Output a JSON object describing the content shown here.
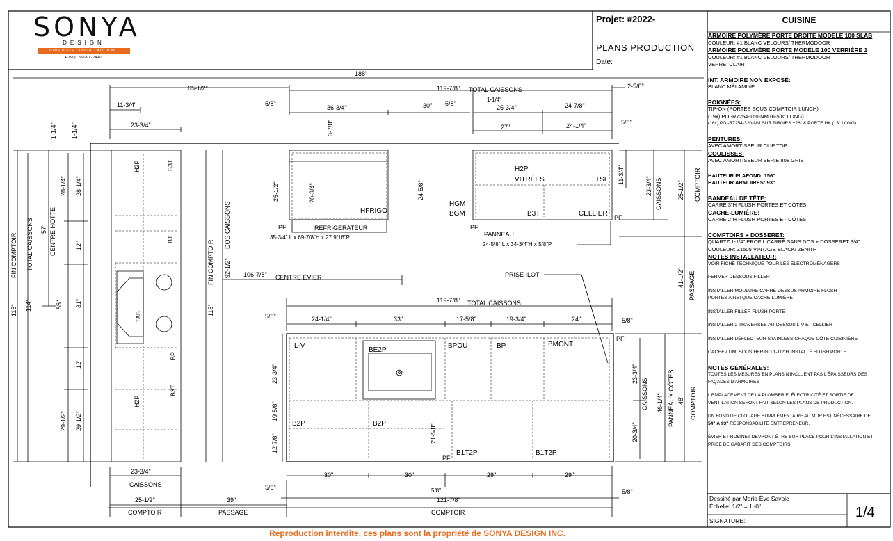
{
  "header": {
    "brand": "SONYA",
    "brand_sub": "DESIGN",
    "brand_ribbon": "CUISINISTE · INSTALLATION MC",
    "rbq": "R.B.Q.: 5618-1274-01",
    "project": "Projet: #2022-",
    "plan_type": "PLANS PRODUCTION",
    "date_label": "Date:",
    "room": "CUISINE",
    "accent_color": "#e86a1c"
  },
  "plan": {
    "dims_top": {
      "overall": "188\"",
      "left_run": "65-1/2\"",
      "total_caissons": "119-7/8\"",
      "total_caissons_label": "TOTAL CAISSONS",
      "right_end": "2-5/8\"",
      "d_11_3_4": "11-3/4\"",
      "d_5_8_a": "5/8\"",
      "d_36_3_4": "36-3/4\"",
      "d_30": "30\"",
      "d_5_8_b": "5/8\"",
      "d_1_1_4": "1-1/4\"",
      "d_25_3_4": "25-3/4\"",
      "d_24_7_8": "24-7/8\"",
      "d_23_3_4": "23-3/4\"",
      "d_3_7_8": "3-7/8\"",
      "d_27": "27\"",
      "d_24_1_4": "24-1/4\"",
      "d_5_8_c": "5/8\""
    },
    "left_wall": {
      "fin_comptoir": "FIN COMPTOIR",
      "total_caissons": "TOTAL CAISSONS",
      "d_115": "115\"",
      "d_114": "114\"",
      "centre_hotte": "CENTRE HOTTE",
      "d_57": "57\"",
      "d_55": "55\"",
      "d_1_1_4_a": "1-1/4\"",
      "d_1_1_4_b": "1-1/4\"",
      "d_28_1_4_a": "28-1/4\"",
      "d_28_1_4_b": "28-1/4\"",
      "d_12_a": "12\"",
      "d_31": "31\"",
      "d_12_b": "12\"",
      "d_29_1_2_a": "29-1/2\"",
      "d_29_1_2_b": "29-1/2\"",
      "fin_comptoir_2": "FIN COMPTOIR",
      "dos_caissons": "DOS CAISSONS",
      "d_115_b": "115\"",
      "d_92_1_2": "92-1/2\""
    },
    "left_cabinets": {
      "h2p_top": "H2P",
      "b3t_top": "B3T",
      "bt": "BT",
      "tab": "TAB",
      "bp": "BP",
      "h2p_bot": "H2P",
      "b3t_bot": "B3T",
      "d_23_3_4": "23-3/4\"",
      "caissons": "CAISSONS",
      "d_25_1_2": "25-1/2\"",
      "comptoir": "COMPTOIR",
      "d_39": "39\"",
      "passage": "PASSAGE"
    },
    "top_wall": {
      "d_25_1_2": "25-1/2\"",
      "d_20_3_4": "20-3/4\"",
      "hfrigo": "HFRIGO",
      "d_24_5_8": "24-5/8\"",
      "hgm": "HGM",
      "bgm": "BGM",
      "h2p_vitrees": "H2P",
      "vitrees": "VITRÉES",
      "tsi": "TSI",
      "b3t": "B3T",
      "cellier": "CELLIER",
      "pf_a": "PF",
      "pf_b": "PF",
      "pf_c": "PF",
      "refrigerateur": "RÉFRIGÉRATEUR",
      "ref_dims": "35-3/4\" L x 69-7/8\"H x 27 9/16\"P",
      "panneau": "PANNEAU",
      "panneau_dims": "24-5/8\" L x 34-3/4\"H x 5/8\"P",
      "d_11_3_4": "11-3/4\"",
      "d_23_3_4": "23-3/4\"",
      "caissons": "CAISSONS",
      "d_25_1_2_r": "25-1/2\"",
      "comptoir": "COMPTOIR"
    },
    "middle": {
      "d_106_7_8": "106-7/8\"",
      "centre_evier": "CENTRE ÉVIER",
      "prise_ilot": "PRISE ILOT",
      "d_41_1_2": "41-1/2\"",
      "passage": "PASSAGE"
    },
    "island": {
      "total": "119-7/8\"",
      "total_label": "TOTAL CAISSONS",
      "d_5_8_l": "5/8\"",
      "d_5_8_r": "5/8\"",
      "d_24_1_4": "24-1/4\"",
      "d_33": "33\"",
      "d_17_5_8": "17-5/8\"",
      "d_19_3_4": "19-3/4\"",
      "d_24": "24\"",
      "lv": "L-V",
      "be2p": "BE2P",
      "bpou": "BPOU",
      "bp": "BP",
      "bmont": "BMONT",
      "pf_top": "PF",
      "d_23_3_4": "23-3/4\"",
      "d_19_5_8": "19-5/8\"",
      "d_12_7_8": "12-7/8\"",
      "b2p_a": "B2P",
      "b2p_b": "B2P",
      "d_21_5_8": "21-5/8\"",
      "pf_bot": "PF",
      "b1t2p_a": "B1T2P",
      "b1t2p_b": "B1T2P",
      "d_23_3_4_r": "23-3/4\"",
      "d_20_3_4_r": "20-3/4\"",
      "caissons": "CAISSONS",
      "d_46_1_4": "46-1/4\"",
      "panneaux_cotes": "PANNEAUX CÔTÉS",
      "d_48": "48\"",
      "comptoir": "COMPTOIR",
      "d_30_a": "30\"",
      "d_30_b": "30\"",
      "d_29_a": "29\"",
      "d_29_b": "29\"",
      "d_5_8_bl": "5/8\"",
      "d_5_8_bm": "5/8\"",
      "d_5_8_br": "5/8\"",
      "d_121_7_8": "121-7/8\"",
      "comptoir_bottom": "COMPTOIR"
    }
  },
  "spec": {
    "s1_title": "ARMOIRE POLYMÈRE PORTE DROITE MODELE 100 SLAB",
    "s1_l1": "COULEUR: #1 BLANC VELOURS/ THERMODOOR",
    "s1_title2": "ARMOIRE POLYMÈRE PORTE MODÈLE 100 VERRIÈRE 1",
    "s1_l2": "COULEUR: #1 BLANC VELOURS/ THERMODOOR",
    "s1_l3": "VERRE: CLAIR",
    "s2_title": "INT. ARMOIRE NON EXPOSÉ:",
    "s2_l1": "BLANC MÉLAMINE",
    "s3_title": "POIGNÉES:",
    "s3_l1": "TIP-ON (PORTES SOUS COMPTOIR LUNCH)",
    "s3_l2": "(19x) POI-R7254-160-NM (6-5/8\" LONG)",
    "s3_l3": "(16x) POI-R7254-320-NM SUR TIROIRS +26\" & PORTE HK (13\" LONG)",
    "s4_title": "PENTURES:",
    "s4_l1": "AVEC AMORTISSEUR CLIP TOP",
    "s4_title2": "COULISSES:",
    "s4_l2": "AVEC AMORTISSEUR SÉRIE 808 GRIS",
    "s5_l1": "HAUTEUR PLAFOND: 156\"",
    "s5_l2": "HAUTEUR ARMOIRES: 93\"",
    "s6_title": "BANDEAU DE TÊTE:",
    "s6_l1": "CARRÉ 3\"H FLUSH PORTES  ET CÔTÉS",
    "s6_title2": "CACHE-LUMIÈRE:",
    "s6_l2": "CARRÉ 2\"H FLUSH PORTES ET CÔTÉS",
    "s7_title": "COMPTOIRS + DOSSERET:",
    "s7_l1": "QUARTZ 1-1/4\" PROFIL CARRÉ SANS DOS + DOSSERET 3/4\"",
    "s7_l2": "COULEUR: Z1505 VINTAGE BLACK/ ZENITH",
    "s8_title": "NOTES INSTALLATEUR:",
    "s8_l1": "VOIR FICHE TECHNIQUE POUR LES ÉLECTROMÉNAGERS",
    "s8_l2": "FERMER DESSOUS FILLER",
    "s8_l3": "INSTALLER MOULURE CARRÉ DESSUS ARMOIRE FLUSH",
    "s8_l3b": "PORTES AINSI QUE CACHE-LUMIÈRE",
    "s8_l4": "INSTALLER FILLER FLUSH PORTE",
    "s8_l5": "INSTALLER 2 TRAVERSES AU-DESSUS L-V ET CELLIER",
    "s8_l6": "INSTALLER DÉFLECTEUR STAINLESS CHAQUE CÔTÉ CUISINIÈRE",
    "s8_l7": "CACHE-LUM. SOUS HFRIGO 1-1/2\"H INSTALLÉ FLUSH PORTE",
    "s9_title": "NOTES GÉNÉRALES:",
    "s9_l1": "TOUTES LES MESURES EN PLANS N'INCLUENT PAS L'ÉPAISSEURS DES",
    "s9_l1b": "FAÇADES D'ARMOIRES",
    "s9_l2": "L'EMPLACEMENT DE LA PLOMBERIE, ÉLECTRICITÉ ET SORTIE DE",
    "s9_l2b": "VENTILATION SERONT FAIT SELON LES PLANS DE PRODUCTION.",
    "s9_l3": "UN FOND DE CLOUAGE SUPPLÉMENTAIRE AU MUR EST NÉCESSAIRE DE",
    "s9_l3b_strong": "54\" À 93\"",
    "s9_l3b": " RESPONSABILITÉ ENTREPRENEUR.",
    "s9_l4": "ÉVIER ET ROBINET DEVRONT-ÊTRE SUR PLACE POUR L'INSTALLATION ET",
    "s9_l4b": "PRISE DE GABARIT DES COMPTOIRS"
  },
  "titleblock": {
    "drawn_by": "Dessiné par Marie-Ève Savoie",
    "scale": "Échelle: 1/2\" = 1'-0\"",
    "signature": "SIGNATURE:",
    "sheet": "1/4"
  },
  "footer": "Reproduction interdite, ces plans sont la propriété de SONYA DESIGN INC."
}
